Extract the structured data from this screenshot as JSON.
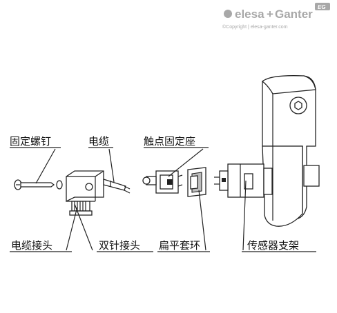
{
  "brand": {
    "name_prefix": "elesa",
    "name_suffix": "Ganter",
    "copyright": "©Copyright | elesa-ganter.com",
    "badge": "EG"
  },
  "labels": {
    "fixing_screw": "固定螺钉",
    "cable": "电缆",
    "contact_holder": "触点固定座",
    "cable_connector": "电缆接头",
    "two_pin_connector": "双针接头",
    "flat_sleeve": "扁平套环",
    "sensor_bracket": "传感器支架"
  }
}
